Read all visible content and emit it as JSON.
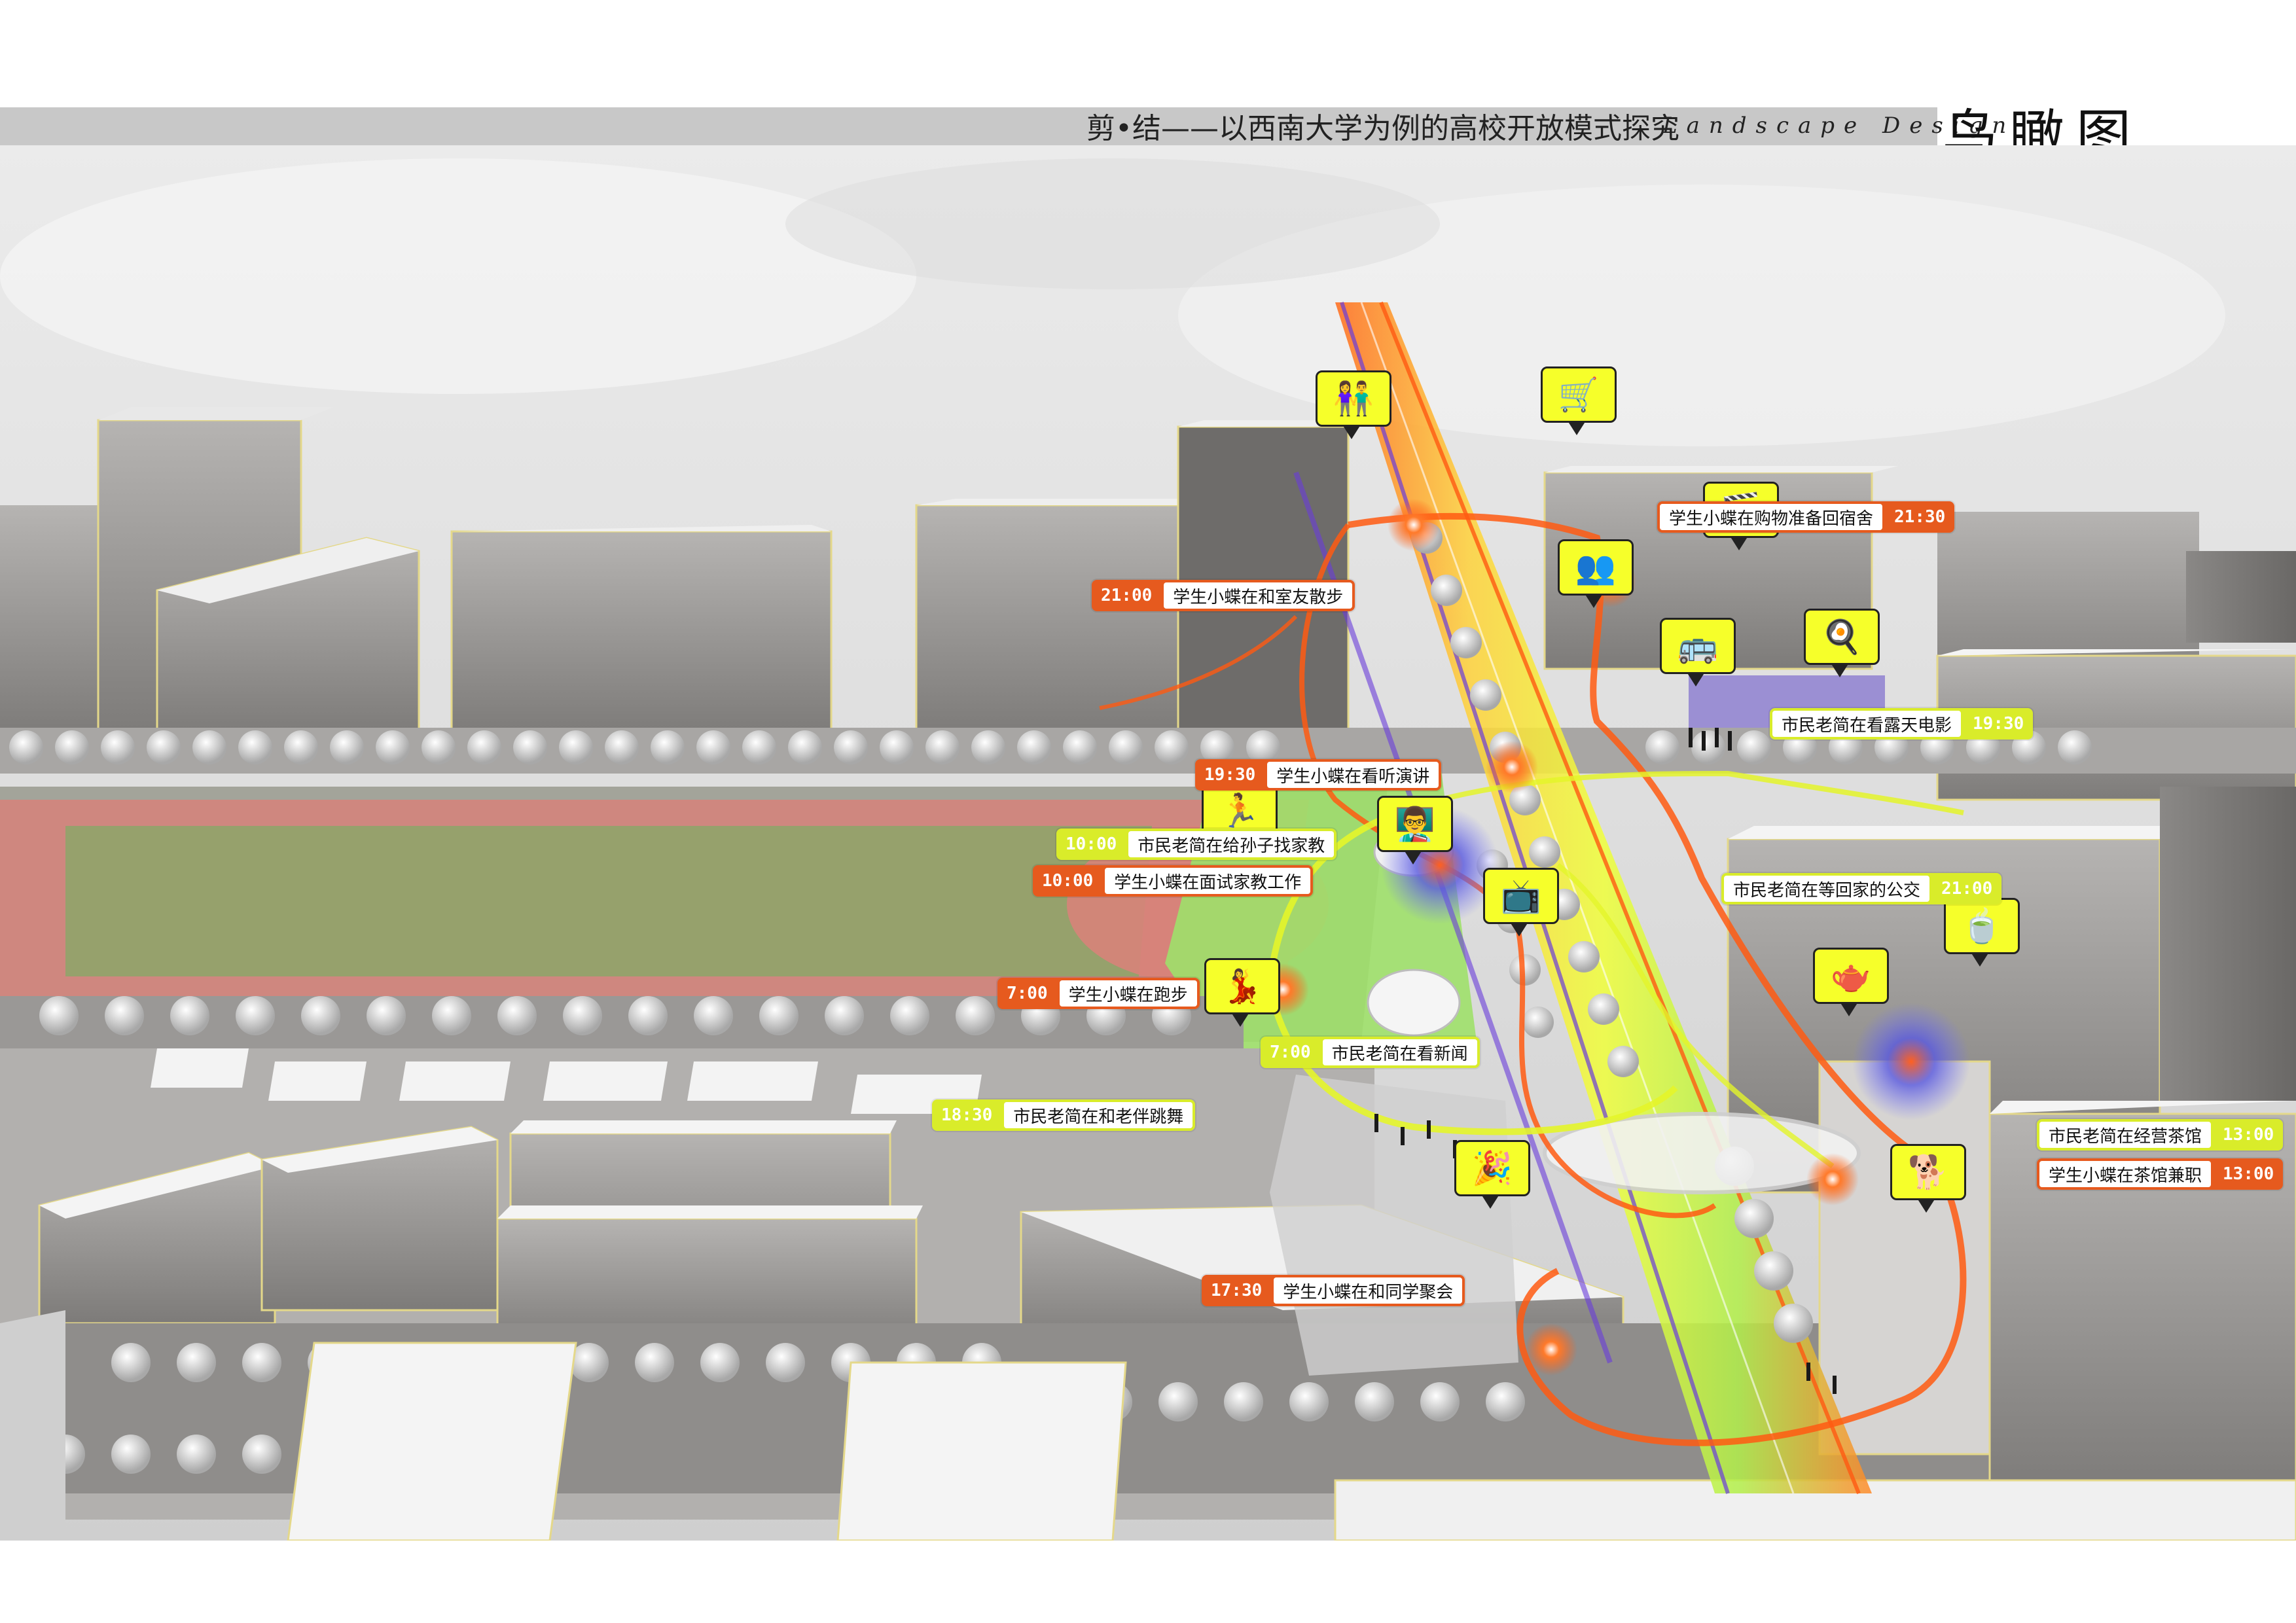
{
  "header": {
    "title": "剪•结——以西南大学为例的高校开放模式探究",
    "subtitle": "Landscape Design",
    "big_title": "鸟瞰图"
  },
  "callouts": [
    {
      "time": "21:30",
      "text": "学生小蝶在购物准备回宿舍",
      "color": "orange"
    },
    {
      "time": "21:00",
      "text": "学生小蝶在和室友散步",
      "color": "orange"
    },
    {
      "time": "19:30",
      "text": "市民老简在看露天电影",
      "color": "yellow"
    },
    {
      "time": "19:30",
      "text": "学生小蝶在看听演讲",
      "color": "orange"
    },
    {
      "time": "10:00",
      "text": "市民老简在给孙子找家教",
      "color": "yellow"
    },
    {
      "time": "10:00",
      "text": "学生小蝶在面试家教工作",
      "color": "orange"
    },
    {
      "time": "21:00",
      "text": "市民老简在等回家的公交",
      "color": "yellow"
    },
    {
      "time": "7:00",
      "text": "学生小蝶在跑步",
      "color": "orange"
    },
    {
      "time": "7:00",
      "text": "市民老简在看新闻",
      "color": "yellow"
    },
    {
      "time": "18:30",
      "text": "市民老简在和老伴跳舞",
      "color": "yellow"
    },
    {
      "time": "13:00",
      "text": "市民老简在经营茶馆",
      "color": "yellow"
    },
    {
      "time": "13:00",
      "text": "学生小蝶在茶馆兼职",
      "color": "orange"
    },
    {
      "time": "17:30",
      "text": "学生小蝶在和同学聚会",
      "color": "orange"
    }
  ],
  "icons": [
    {
      "name": "walking-friends-icon",
      "glyph": "👫"
    },
    {
      "name": "shopping-cart-icon",
      "glyph": "🛒"
    },
    {
      "name": "cinema-screen-icon",
      "glyph": "🎬"
    },
    {
      "name": "lecture-audience-icon",
      "glyph": "👥"
    },
    {
      "name": "bus-stop-icon",
      "glyph": "🚌"
    },
    {
      "name": "cooking-chef-icon",
      "glyph": "🍳"
    },
    {
      "name": "runner-icon",
      "glyph": "🏃"
    },
    {
      "name": "tutoring-icon",
      "glyph": "👨‍🏫"
    },
    {
      "name": "news-screen-icon",
      "glyph": "📺"
    },
    {
      "name": "dancing-couple-icon",
      "glyph": "💃"
    },
    {
      "name": "tea-house-icon",
      "glyph": "🍵"
    },
    {
      "name": "tea-service-icon",
      "glyph": "🫖"
    },
    {
      "name": "party-gathering-icon",
      "glyph": "🎉"
    },
    {
      "name": "dog-walker-icon",
      "glyph": "🐕"
    }
  ],
  "colors": {
    "route_orange": "#ff5a12",
    "route_yellow": "#e4f52a",
    "corridor_purple": "#6a3ddb",
    "grass_green": "#94d36b",
    "track_red": "#d8796a",
    "building_gray": "#9c9a98"
  }
}
